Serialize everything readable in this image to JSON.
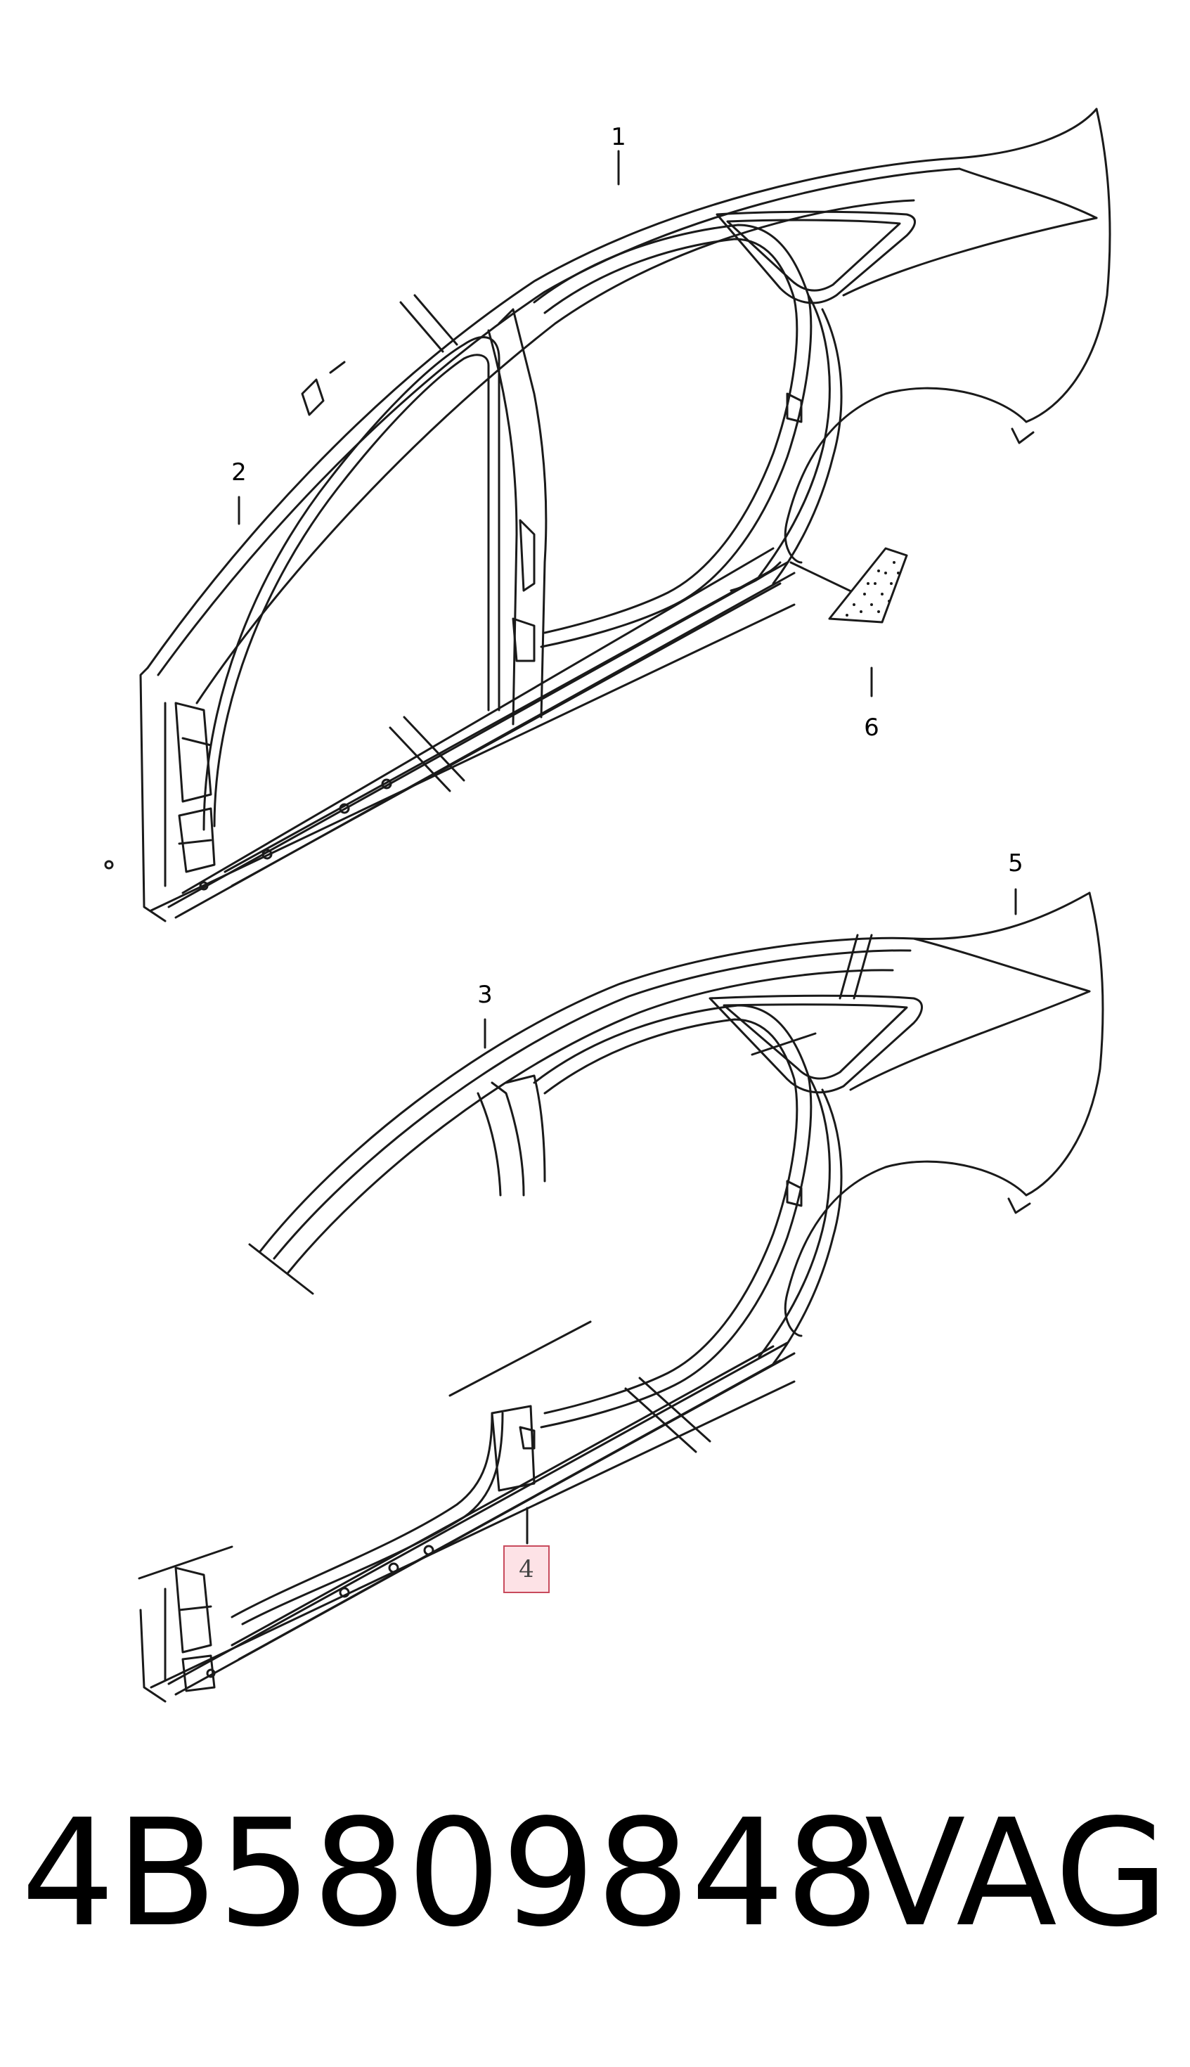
{
  "callouts": {
    "c1": "1",
    "c2": "2",
    "c3": "3",
    "c4": "4",
    "c5": "5",
    "c6": "6"
  },
  "footer": {
    "part_number": "4B5809848",
    "brand": "VAG"
  },
  "colors": {
    "line": "#1a1a1a",
    "highlight_fill": "#fde2e6",
    "highlight_border": "#c84a5c"
  }
}
